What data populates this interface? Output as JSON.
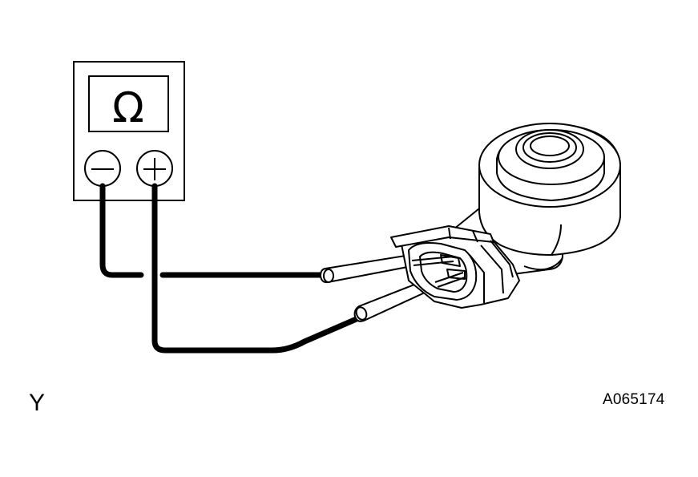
{
  "meter": {
    "symbol": "Ω",
    "negative_sign": "−",
    "positive_sign": "+"
  },
  "corner_left": "Y",
  "corner_right": "A065174",
  "colors": {
    "line": "#000000",
    "fill": "#ffffff"
  }
}
